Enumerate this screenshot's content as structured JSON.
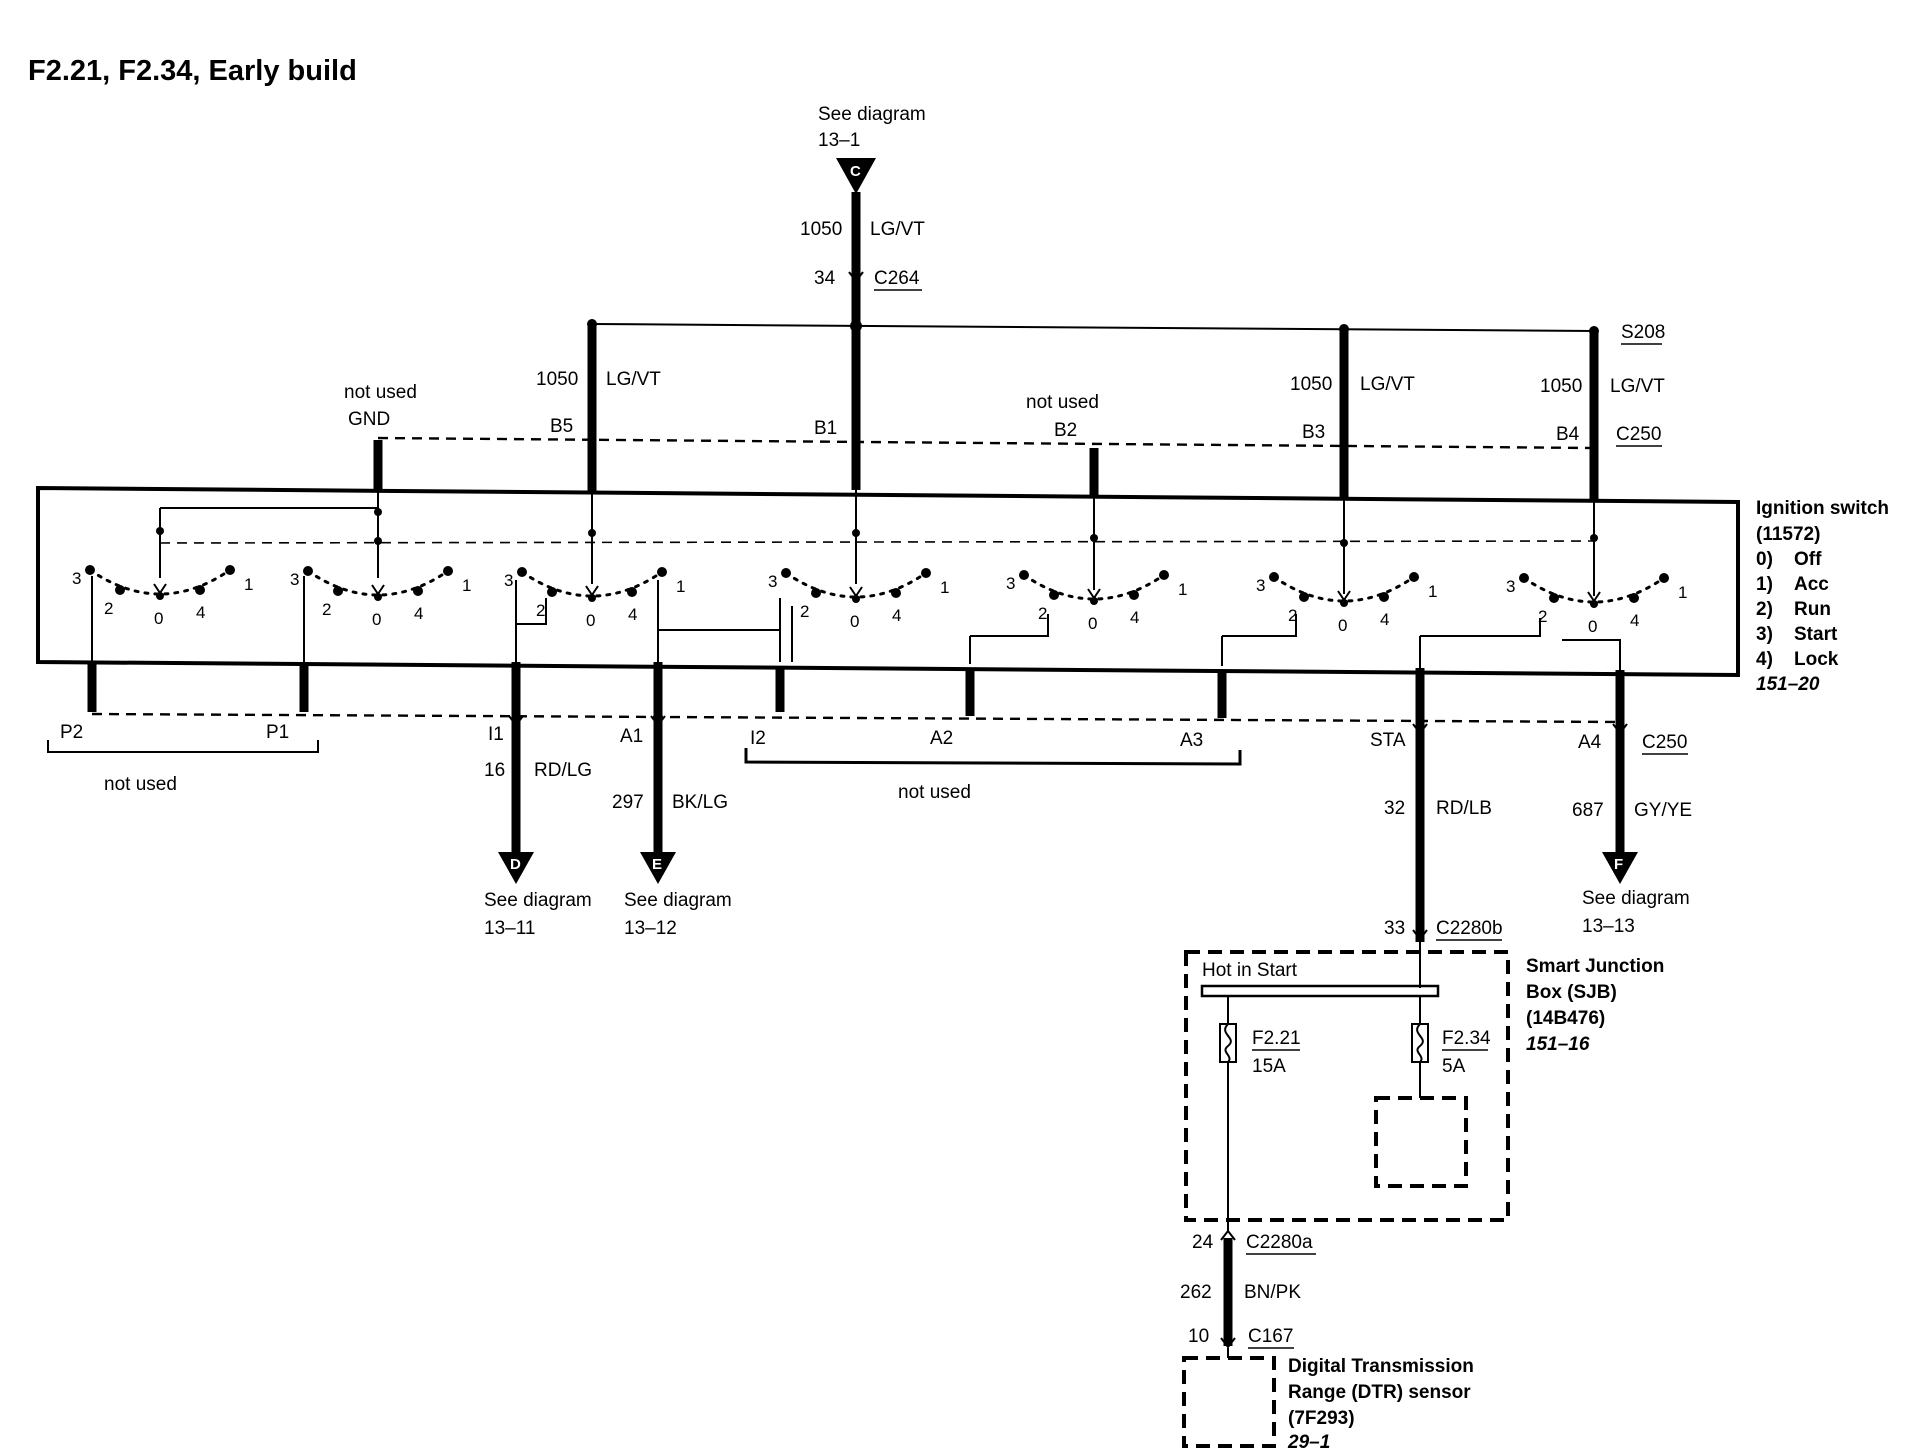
{
  "title": "F2.21, F2.34, Early build",
  "top_ref": {
    "see": "See diagram",
    "num": "13–1",
    "letter": "C"
  },
  "feed": {
    "circuit": "1050",
    "color": "LG/VT",
    "pin": "34",
    "connector": "C264",
    "splice": "S208"
  },
  "top_pins": [
    {
      "pin": "GND",
      "note": "not used"
    },
    {
      "pin": "B5",
      "circuit": "1050",
      "color": "LG/VT"
    },
    {
      "pin": "B1"
    },
    {
      "pin": "B2",
      "note": "not used"
    },
    {
      "pin": "B3",
      "circuit": "1050",
      "color": "LG/VT"
    },
    {
      "pin": "B4",
      "circuit": "1050",
      "color": "LG/VT",
      "connector": "C250"
    }
  ],
  "ignition_switch": {
    "name": "Ignition switch",
    "part": "(11572)",
    "positions": [
      {
        "num": "0)",
        "label": "Off"
      },
      {
        "num": "1)",
        "label": "Acc"
      },
      {
        "num": "2)",
        "label": "Run"
      },
      {
        "num": "3)",
        "label": "Start"
      },
      {
        "num": "4)",
        "label": "Lock"
      }
    ],
    "page": "151–20",
    "contact_labels": [
      "3",
      "2",
      "0",
      "4",
      "1"
    ]
  },
  "bottom_pins": [
    {
      "pin": "P2"
    },
    {
      "pin": "P1"
    },
    {
      "pin": "I1",
      "circuit": "16",
      "color": "RD/LG",
      "see": "See diagram",
      "num": "13–11",
      "letter": "D"
    },
    {
      "pin": "A1",
      "circuit": "297",
      "color": "BK/LG",
      "see": "See diagram",
      "num": "13–12",
      "letter": "E"
    },
    {
      "pin": "I2"
    },
    {
      "pin": "A2"
    },
    {
      "pin": "A3"
    },
    {
      "pin": "STA",
      "circuit": "32",
      "color": "RD/LB"
    },
    {
      "pin": "A4",
      "connector": "C250",
      "circuit": "687",
      "color": "GY/YE",
      "see": "See diagram",
      "num": "13–13",
      "letter": "F"
    }
  ],
  "not_used_left": "not used",
  "not_used_mid": "not used",
  "sjb": {
    "in_pin": "33",
    "in_connector": "C2280b",
    "bus": "Hot in Start",
    "name_l1": "Smart Junction",
    "name_l2": "Box (SJB)",
    "part": "(14B476)",
    "page": "151–16",
    "fuse1": {
      "name": "F2.21",
      "rating": "15A"
    },
    "fuse2": {
      "name": "F2.34",
      "rating": "5A"
    },
    "out_pin": "24",
    "out_connector": "C2280a"
  },
  "dtr_wire": {
    "circuit": "262",
    "color": "BN/PK",
    "pin": "10",
    "connector": "C167"
  },
  "dtr": {
    "name_l1": "Digital Transmission",
    "name_l2": "Range (DTR) sensor",
    "part": "(7F293)",
    "page": "29–1"
  }
}
